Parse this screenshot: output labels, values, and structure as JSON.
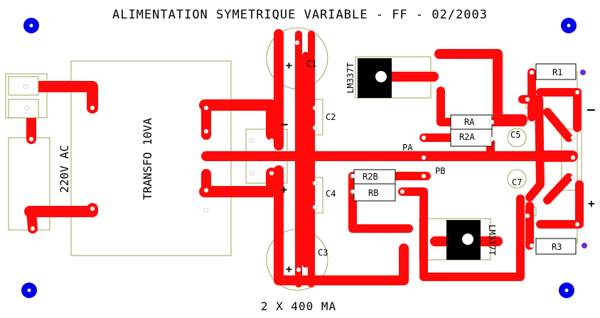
{
  "title": "ALIMENTATION SYMETRIQUE VARIABLE - FF - 02/2003",
  "footer": "2 X 400 MA",
  "labels": {
    "mains": "220V AC",
    "transformer": "TRANSFO 10VA",
    "reg_neg": "LM337T",
    "reg_pos": "LM317T",
    "c1": "C1",
    "c2": "C2",
    "c3": "C3",
    "c4": "C4",
    "c5": "C5",
    "c7": "C7",
    "r1": "R1",
    "r3": "R3",
    "ra": "RA",
    "r2a": "R2A",
    "r2b": "R2B",
    "rb": "RB",
    "pa": "PA",
    "pb": "PB",
    "plus": "+",
    "minus": "–"
  },
  "colors": {
    "copper": "#ff0a0a",
    "mounting_hole": "#0000e6",
    "silkscreen": "#8a8a2a",
    "background": "#ffffff"
  }
}
